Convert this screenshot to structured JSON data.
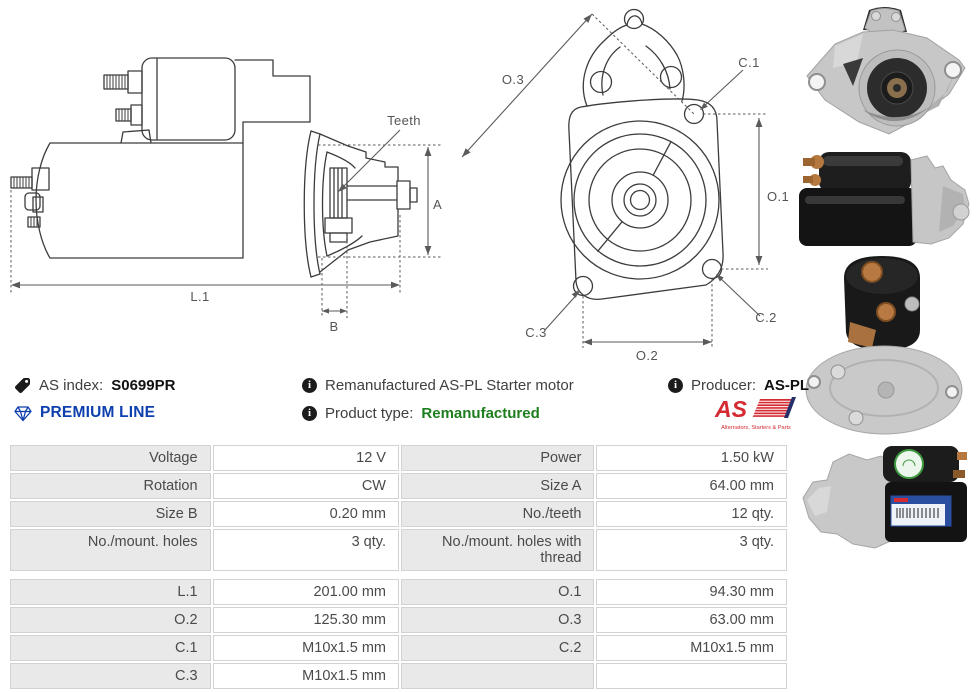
{
  "colors": {
    "accent_blue": "#0e3fae",
    "status_green": "#1e7e1e",
    "logo_red": "#d42b33",
    "logo_navy": "#232e6b",
    "table_label_bg": "#e9e9e9",
    "table_border": "#d2d2d2",
    "drawing_stroke": "#3c3c3c"
  },
  "header": {
    "as_index_label": "AS index:",
    "as_index_value": "S0699PR",
    "premium_line_label": "PREMIUM LINE",
    "description": "Remanufactured AS-PL Starter motor",
    "product_type_label": "Product type:",
    "product_type_value": "Remanufactured",
    "producer_label": "Producer:",
    "producer_value": "AS-PL",
    "icons": {
      "as_index": "tag-icon",
      "premium_line": "diamond-icon",
      "description": "info-icon",
      "product_type": "info-icon",
      "producer": "info-icon"
    },
    "logo": {
      "text": "AS",
      "tagline": "Alternators, Starters & Parts"
    }
  },
  "diagrams": {
    "side_view": {
      "name": "starter-motor-side-view-drawing",
      "labels": {
        "teeth": "Teeth",
        "dim_a": "A",
        "dim_l1": "L.1",
        "dim_b": "B"
      }
    },
    "front_view": {
      "name": "starter-motor-front-view-drawing",
      "labels": {
        "dim_o3": "O.3",
        "dim_o1": "O.1",
        "dim_o2": "O.2",
        "dim_c1": "C.1",
        "dim_c2": "C.2",
        "dim_c3": "C.3"
      }
    }
  },
  "spec_table": {
    "group1": [
      {
        "label_left": "Voltage",
        "value_left": "12 V",
        "label_right": "Power",
        "value_right": "1.50 kW"
      },
      {
        "label_left": "Rotation",
        "value_left": "CW",
        "label_right": "Size A",
        "value_right": "64.00 mm"
      },
      {
        "label_left": "Size B",
        "value_left": "0.20 mm",
        "label_right": "No./teeth",
        "value_right": "12 qty."
      },
      {
        "label_left": "No./mount. holes",
        "value_left": "3 qty.",
        "label_right": "No./mount. holes with thread",
        "value_right": "3 qty."
      }
    ],
    "group2": [
      {
        "label_left": "L.1",
        "value_left": "201.00 mm",
        "label_right": "O.1",
        "value_right": "94.30 mm"
      },
      {
        "label_left": "O.2",
        "value_left": "125.30 mm",
        "label_right": "O.3",
        "value_right": "63.00 mm"
      },
      {
        "label_left": "C.1",
        "value_left": "M10x1.5 mm",
        "label_right": "C.2",
        "value_right": "M10x1.5 mm"
      },
      {
        "label_left": "C.3",
        "value_left": "M10x1.5 mm",
        "label_right": "",
        "value_right": ""
      }
    ]
  },
  "photos": [
    {
      "name": "photo-front-view"
    },
    {
      "name": "photo-side-view"
    },
    {
      "name": "photo-rear-view"
    },
    {
      "name": "photo-side-view-labels"
    }
  ]
}
